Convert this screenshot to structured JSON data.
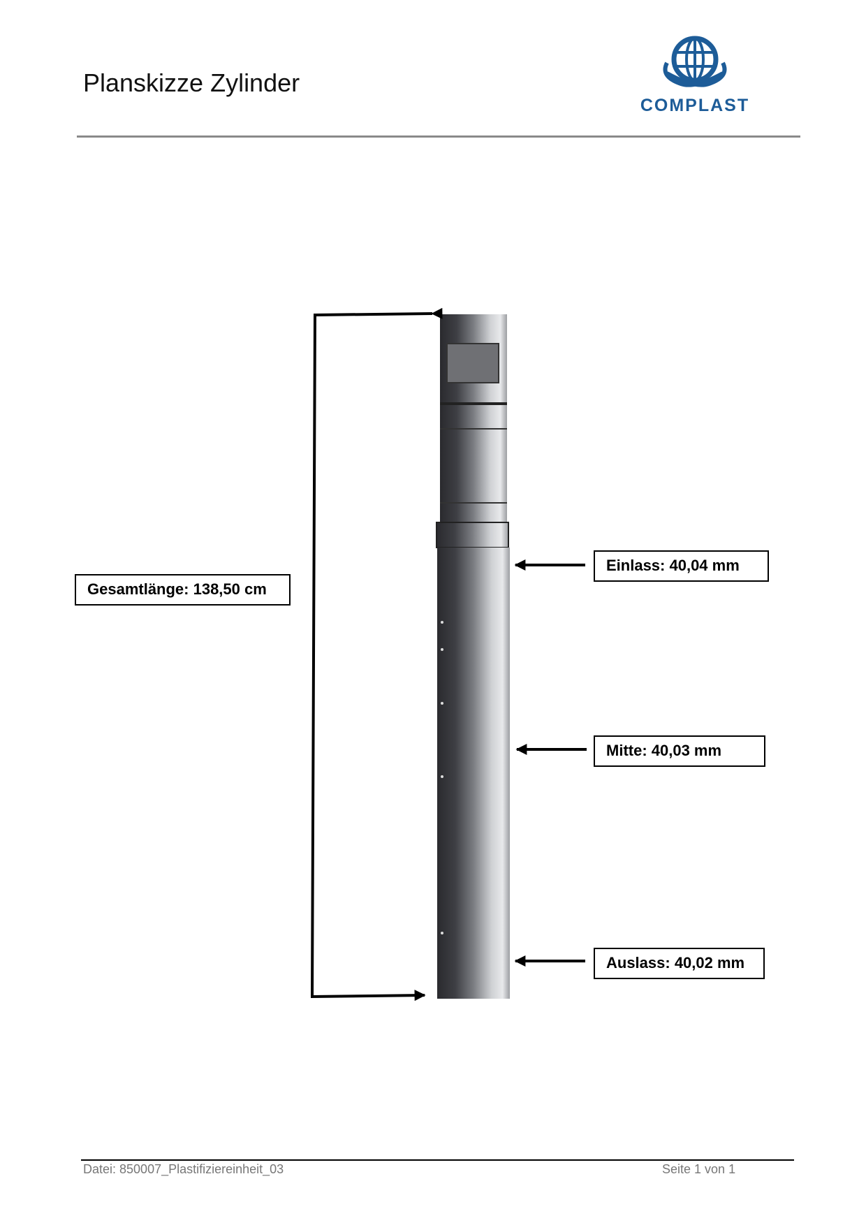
{
  "header": {
    "title": "Planskizze Zylinder",
    "logo_text": "COMPLAST",
    "brand_color": "#1d5c98"
  },
  "labels": {
    "total_length": "Gesamtlänge: 138,50 cm",
    "inlet": "Einlass: 40,04 mm",
    "middle": "Mitte: 40,03 mm",
    "outlet": "Auslass: 40,02 mm"
  },
  "footer": {
    "file": "Datei: 850007_Plastifiziereinheit_03",
    "page": "Seite 1 von 1"
  }
}
